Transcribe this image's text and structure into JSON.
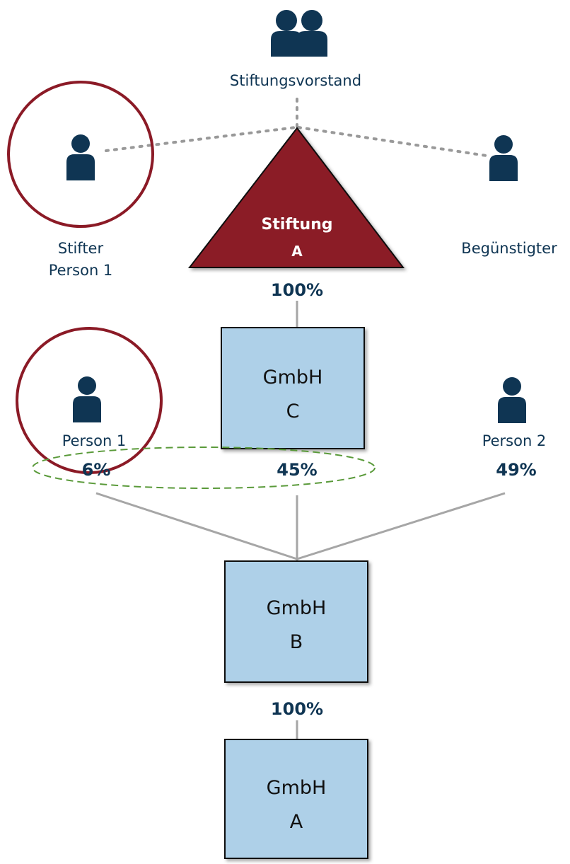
{
  "colors": {
    "navy": "#0f3553",
    "foundation_red": "#8b1a26",
    "box_fill": "#aed0e8",
    "line_gray": "#a6a6a6",
    "ellipse_green": "#5a9a3a"
  },
  "board": {
    "label": "Stiftungsvorstand",
    "icon": "group-of-people-icon"
  },
  "founder": {
    "line1": "Stifter",
    "line2": "Person 1",
    "icon": "person-icon"
  },
  "beneficiary": {
    "label": "Begünstigter",
    "icon": "person-icon"
  },
  "foundation": {
    "line1": "Stiftung",
    "line2": "A",
    "share_below": "100%"
  },
  "gmbh_c": {
    "line1": "GmbH",
    "line2": "C"
  },
  "shareholders_b": [
    {
      "name": "Person 1",
      "share": "6%",
      "icon": "person-icon"
    },
    {
      "name": "",
      "share": "45%"
    },
    {
      "name": "Person 2",
      "share": "49%",
      "icon": "person-icon"
    }
  ],
  "gmbh_b": {
    "line1": "GmbH",
    "line2": "B",
    "share_below": "100%"
  },
  "gmbh_a": {
    "line1": "GmbH",
    "line2": "A"
  }
}
